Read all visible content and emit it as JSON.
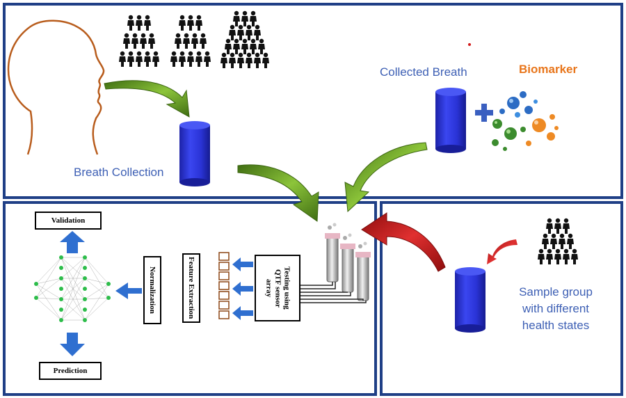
{
  "top_panel": {
    "breath_collection_label": "Breath Collection",
    "collected_breath_label": "Collected Breath",
    "biomarker_label": "Biomarker"
  },
  "bottom_right_panel": {
    "sample_group_label_lines": [
      "Sample group",
      "with different",
      "health states"
    ]
  },
  "bottom_left_panel": {
    "validation_label": "Validation",
    "prediction_label": "Prediction",
    "normalization_label": "Normalization",
    "feature_extraction_label": "Feature Extraction",
    "testing_label_lines": [
      "Testing using",
      "QTF sensor",
      "array"
    ]
  },
  "colors": {
    "panel_border": "#1f3f86",
    "label_blue": "#3d5fb4",
    "biomarker_orange": "#e8751a",
    "cylinder_blue": "#2b35d8",
    "green_arrow": "#5d8a1e",
    "red_arrow": "#c01818",
    "head_outline": "#b85c1c"
  }
}
